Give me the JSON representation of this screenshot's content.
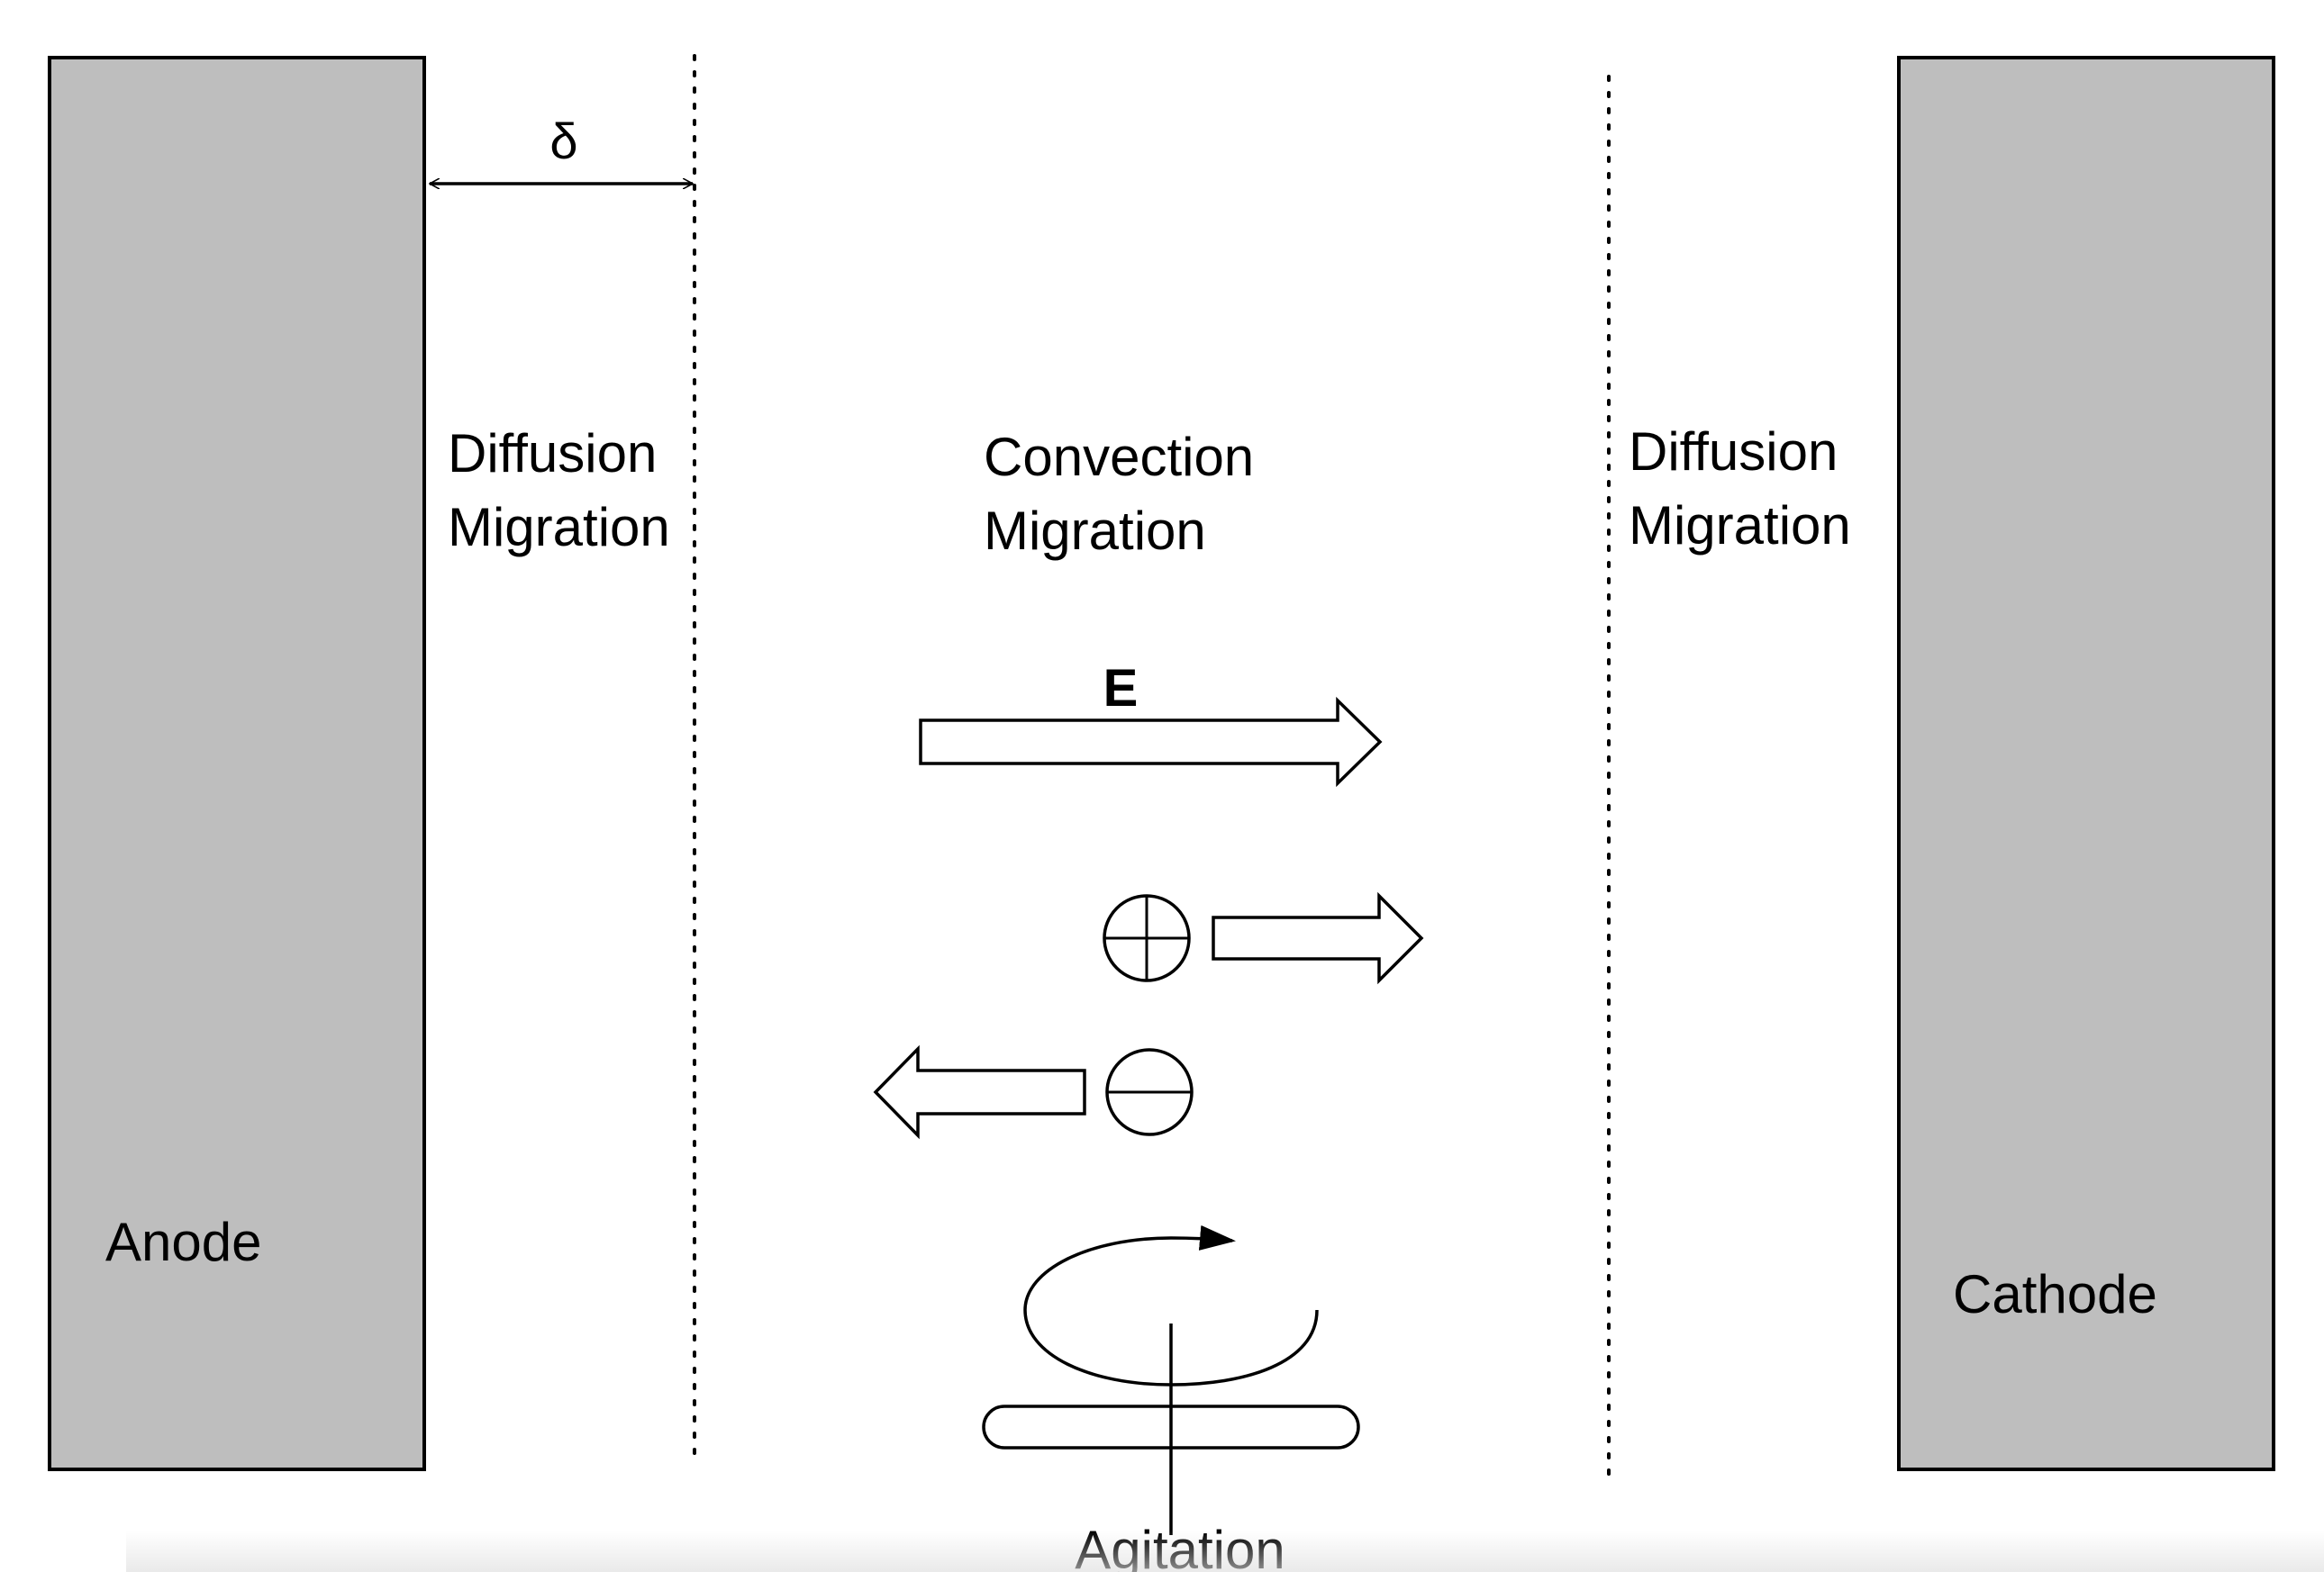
{
  "labels": {
    "delta": "δ",
    "anode": "Anode",
    "cathode": "Cathode",
    "left_zone": {
      "line1": "Diffusion",
      "line2": "Migration"
    },
    "middle_zone": {
      "line1": "Convection",
      "line2": "Migration"
    },
    "right_zone": {
      "line1": "Diffusion",
      "line2": "Migration"
    },
    "field": "E",
    "agitation": "Agitation"
  },
  "icons": {
    "cation": "plus-circle-icon",
    "anion": "minus-circle-icon",
    "stirrer": "rotation-arrow-icon"
  },
  "colors": {
    "electrode_fill": "#bebebe",
    "stroke": "#000000"
  }
}
